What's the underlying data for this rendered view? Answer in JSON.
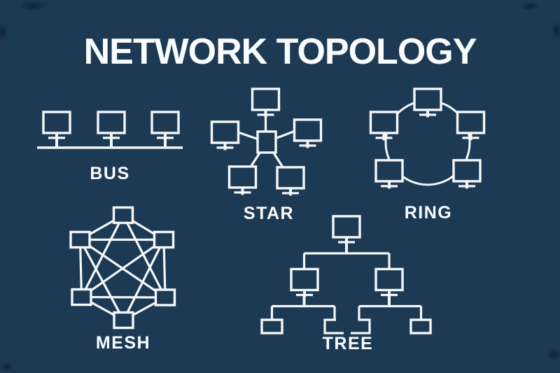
{
  "title": "NETWORK TOPOLOGY",
  "colors": {
    "background": "#1d3a55",
    "line": "#f4f8fa",
    "text": "#fafdfe"
  },
  "topologies": [
    {
      "id": "bus",
      "label": "BUS",
      "computers": 3
    },
    {
      "id": "star",
      "label": "STAR",
      "computers": 5,
      "has_central_hub": true
    },
    {
      "id": "ring",
      "label": "RING",
      "computers": 5
    },
    {
      "id": "mesh",
      "label": "MESH",
      "nodes": 6
    },
    {
      "id": "tree",
      "label": "TREE",
      "computers": 3,
      "leaf_boxes": 4
    }
  ]
}
